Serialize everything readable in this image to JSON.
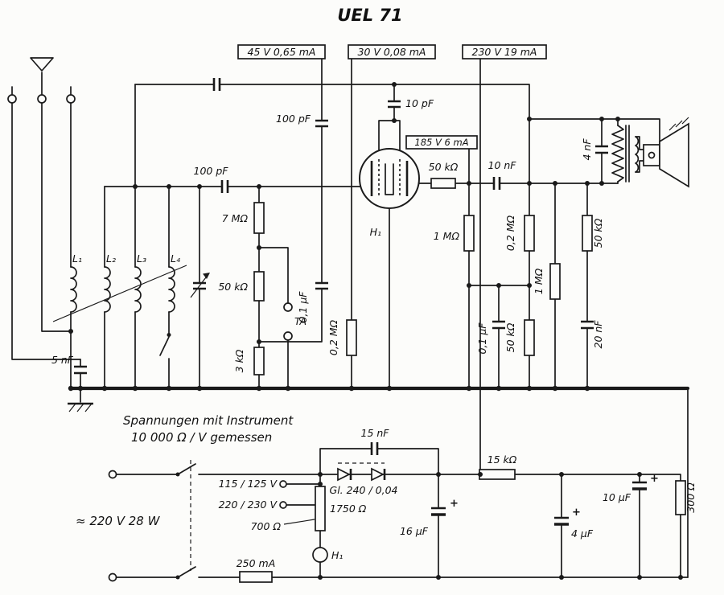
{
  "title": "UEL 71",
  "measurements": {
    "m45": "45 V  0,65 mA",
    "m30": "30 V  0,08 mA",
    "m230": "230 V  19 mA",
    "m185": "185 V  6 mA"
  },
  "components": {
    "c100pf_grid": "100 pF",
    "c10pf": "10 pF",
    "c100pf_coupling": "100 pF",
    "r50k_anode": "50 kΩ",
    "c10nf": "10 nF",
    "c4nf": "4 nF",
    "r50k_output": "50 kΩ",
    "c20nf": "20 nF",
    "r02m_right": "0,2 MΩ",
    "c01uf_right": "0,1 μF",
    "r50k_lower": "50 kΩ",
    "r1m_output": "1 MΩ",
    "r1m_anode": "1 MΩ",
    "r7m": "7 MΩ",
    "r50k_input": "50 kΩ",
    "r3k": "3 kΩ",
    "ta": "TA",
    "c01uf_left": "0,1 μF",
    "r02m_left": "0,2 MΩ",
    "l1": "L₁",
    "l2": "L₂",
    "l3": "L₃",
    "l4": "L₄",
    "c5nf": "5 nF",
    "h1_tube": "H₁",
    "h1_heater": "H₁",
    "c15nf": "15 nF",
    "r15k": "15 kΩ",
    "rectifier": "Gl. 240 / 0,04",
    "tap115": "115 / 125 V",
    "tap220": "220 / 230 V",
    "r700": "700 Ω",
    "r1750": "1750 Ω",
    "c16uf": "16 μF",
    "c4uf": "4 μF",
    "c10uf": "10 μF",
    "r300": "300 Ω",
    "fuse": "250 mA",
    "plus": "+"
  },
  "notes": {
    "line1": "Spannungen mit Instrument",
    "line2": "10 000 Ω / V gemessen",
    "mains": "≈ 220 V  28 W"
  }
}
